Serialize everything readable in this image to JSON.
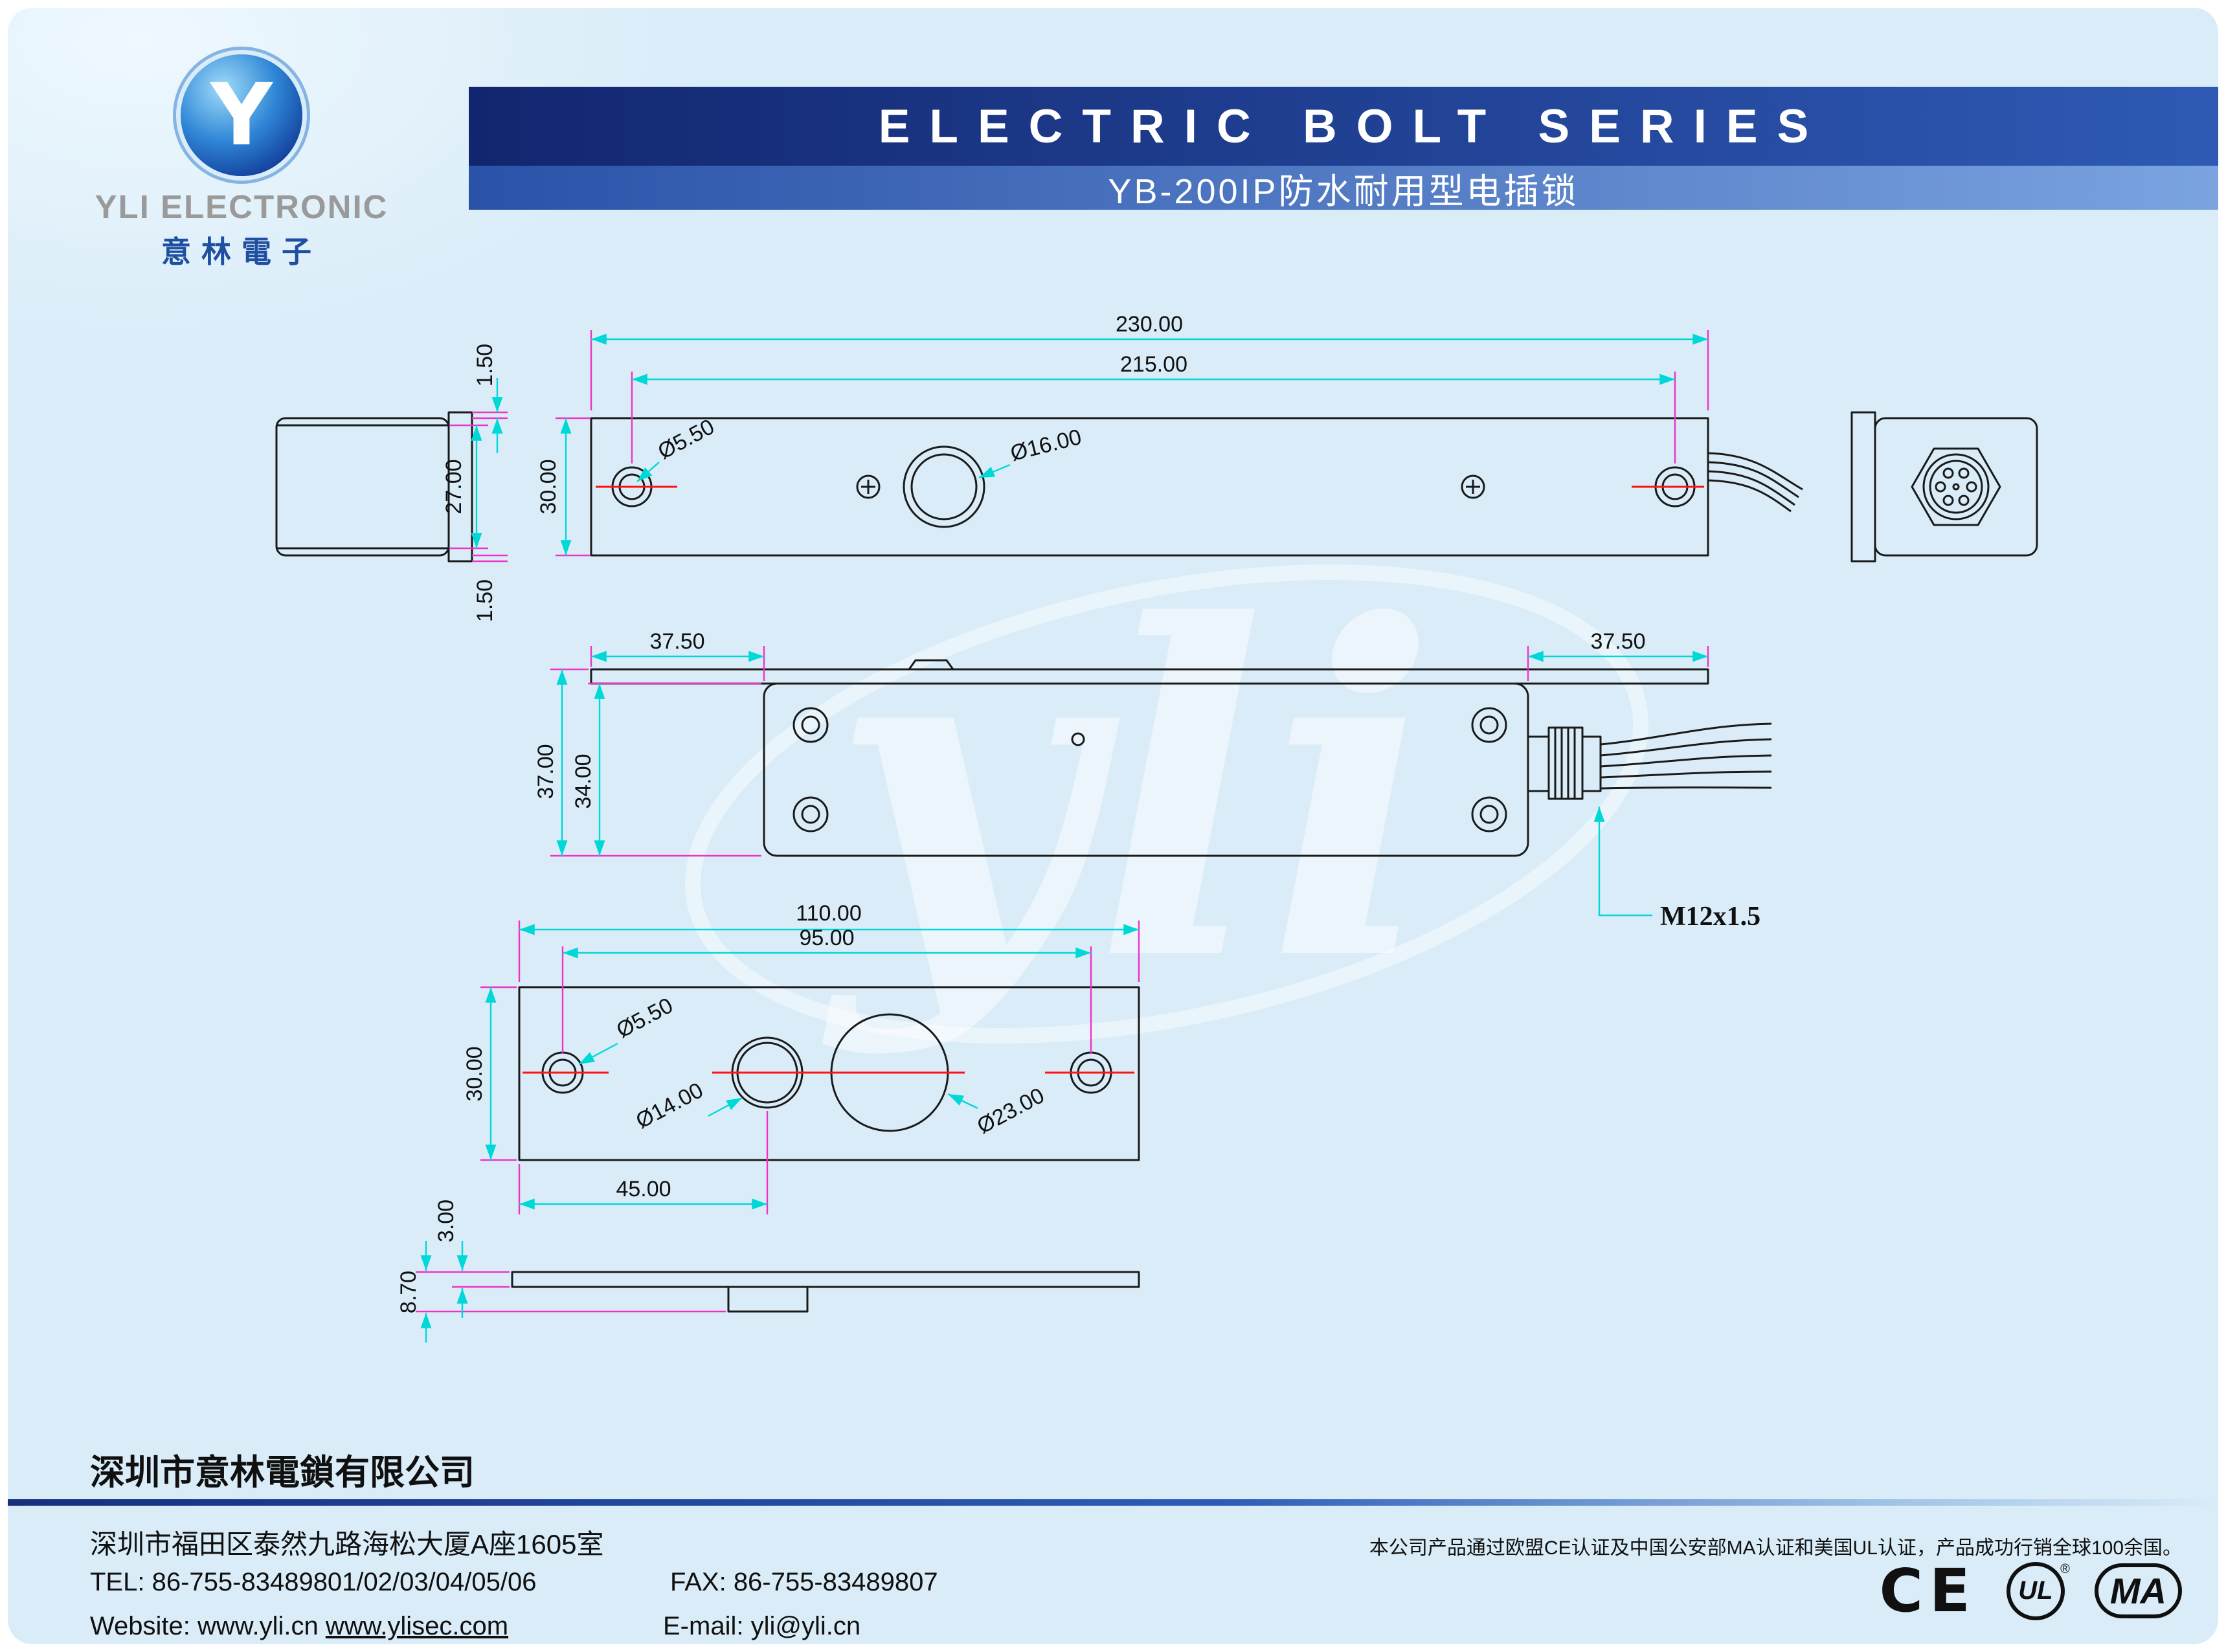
{
  "colors": {
    "page_bg": "#d9ecf8",
    "banner_dark_left": "#12266f",
    "banner_dark_right": "#2e5ab5",
    "banner_light_left": "#2a52a8",
    "banner_light_right": "#7aa3e0",
    "dim_line": "#00d8d8",
    "ext_line": "#f032c8",
    "centerline": "#ff1414",
    "outline": "#1a1a1a",
    "brand_gray": "#9a9a9a",
    "brand_blue": "#1e4fa0"
  },
  "logo": {
    "monogram": "Y",
    "brand_en": "YLI ELECTRONIC",
    "brand_cn": "意林電子"
  },
  "banner": {
    "title": "ELECTRIC BOLT SERIES",
    "subtitle": "YB-200IP防水耐用型电插锁"
  },
  "drawings": {
    "watermark": "yli",
    "front_view": {
      "dim_length_outer": "230.00",
      "dim_length_holes": "215.00",
      "dim_lip_top": "1.50",
      "dim_inner_height": "27.00",
      "dim_height": "30.00",
      "dim_lip_bottom": "1.50",
      "dia_screw": "Ø5.50",
      "dia_bolt": "Ø16.00"
    },
    "side_view": {
      "dim_offset_left": "37.50",
      "dim_offset_right": "37.50",
      "dim_height_total": "37.00",
      "dim_height_body": "34.00",
      "thread_label": "M12x1.5"
    },
    "strike_view": {
      "dim_width": "110.00",
      "dim_hole_span": "95.00",
      "dim_height": "30.00",
      "dia_screw": "Ø5.50",
      "dia_mid_hole": "Ø14.00",
      "dia_bolt_hole": "Ø23.00",
      "dim_mid_offset": "45.00",
      "dim_plate_thickness": "3.00",
      "dim_total_thickness": "8.70"
    }
  },
  "footer": {
    "company": "深圳市意林電鎖有限公司",
    "address": "深圳市福田区泰然九路海松大厦A座1605室",
    "cert_note": "本公司产品通过欧盟CE认证及中国公安部MA认证和美国UL认证，产品成功行销全球100余国。",
    "tel": "TEL: 86-755-83489801/02/03/04/05/06",
    "fax": "FAX: 86-755-83489807",
    "website_prefix": "Website: www.yli.cn ",
    "website_link": "www.ylisec.com",
    "email": "E-mail: yli@yli.cn",
    "cert_marks": {
      "ce": "CE",
      "ul": "UL",
      "ma": "MA",
      "reg": "®"
    }
  }
}
